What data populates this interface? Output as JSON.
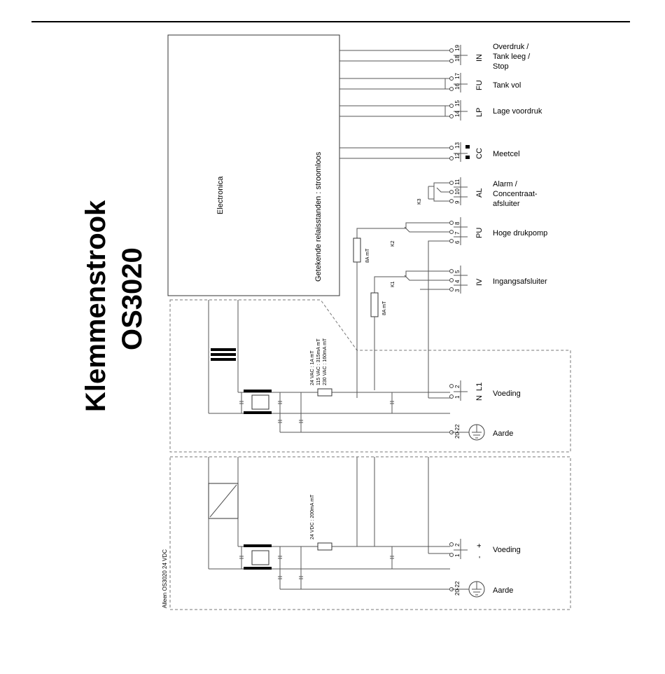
{
  "title": {
    "line1": "Klemmenstrook",
    "line2": "OS3020"
  },
  "main_box": {
    "label": "Electronica",
    "note": "Getekende relaisstanden : stroomloos"
  },
  "terminals": [
    {
      "nums": [
        "19",
        "18"
      ],
      "code": "IN",
      "desc": [
        "Overdruk /",
        "Tank leeg /",
        "Stop"
      ]
    },
    {
      "nums": [
        "17",
        "16"
      ],
      "code": "FU",
      "desc": [
        "Tank vol"
      ]
    },
    {
      "nums": [
        "15",
        "14"
      ],
      "code": "LP",
      "desc": [
        "Lage voordruk"
      ]
    },
    {
      "nums": [
        "13",
        "12"
      ],
      "code": "CC",
      "desc": [
        "Meetcel"
      ]
    },
    {
      "nums": [
        "11",
        "10",
        "9"
      ],
      "code": "AL",
      "desc": [
        "Alarm /",
        "Concentraat-",
        "afsluiter"
      ]
    },
    {
      "nums": [
        "8",
        "7",
        "6"
      ],
      "code": "PU",
      "desc": [
        "Hoge drukpomp"
      ]
    },
    {
      "nums": [
        "5",
        "4",
        "3"
      ],
      "code": "IV",
      "desc": [
        "Ingangsafsluiter"
      ]
    }
  ],
  "relays": [
    "K1",
    "K2",
    "K3"
  ],
  "fuses": {
    "k1": "8A mT",
    "k2": "8A mT"
  },
  "ac_supply": {
    "fuse_lines": [
      "24 VAC : 1A mT",
      "115 VAC : 315mA mT",
      "230 VAC : 160mA mT"
    ],
    "nums": [
      "2",
      "1"
    ],
    "codes": [
      "L1",
      "N"
    ],
    "label": "Voeding",
    "earth_num": "20-22",
    "earth_label": "Aarde"
  },
  "dc_supply": {
    "fuse_lines": [
      "24 VDC : 200mA mT"
    ],
    "nums": [
      "2",
      "1"
    ],
    "codes": [
      "+",
      "-"
    ],
    "label": "Voeding",
    "earth_num": "20-22",
    "earth_label": "Aarde",
    "note": "Alleen OS3020 24 VDC"
  }
}
